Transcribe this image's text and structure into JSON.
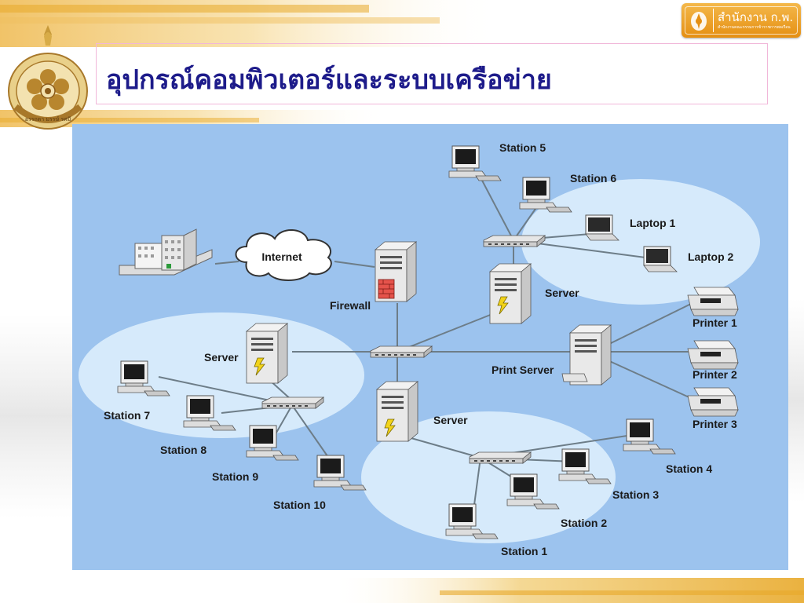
{
  "header": {
    "title": "อุปกรณ์คอมพิวเตอร์และระบบเครือข่าย",
    "logo": {
      "name": "สำนักงาน ก.พ.",
      "subtitle": "สำนักงานคณะกรรมการข้าราชการพลเรือน"
    },
    "seal_text": "อรรถดา มรรษ์ รศมี"
  },
  "diagram": {
    "internet_label": "Internet",
    "labels": {
      "firewall": "Firewall",
      "server_top": "Server",
      "server_left": "Server",
      "server_bottom": "Server",
      "print_server": "Print Server",
      "station_1": "Station 1",
      "station_2": "Station 2",
      "station_3": "Station 3",
      "station_4": "Station 4",
      "station_5": "Station 5",
      "station_6": "Station 6",
      "station_7": "Station 7",
      "station_8": "Station 8",
      "station_9": "Station 9",
      "station_10": "Station 10",
      "laptop_1": "Laptop 1",
      "laptop_2": "Laptop 2",
      "printer_1": "Printer 1",
      "printer_2": "Printer 2",
      "printer_3": "Printer 3"
    },
    "icons": [
      "building-icon",
      "cloud-icon",
      "firewall-icon",
      "server-icon",
      "hub-icon",
      "workstation-icon",
      "laptop-icon",
      "printer-icon"
    ]
  },
  "colors": {
    "diagram_bg": "#9cc3ee",
    "lan_ellipse": "#d6eafb",
    "title_color": "#1d1b8a",
    "gold_accent": "#e8a92a"
  }
}
